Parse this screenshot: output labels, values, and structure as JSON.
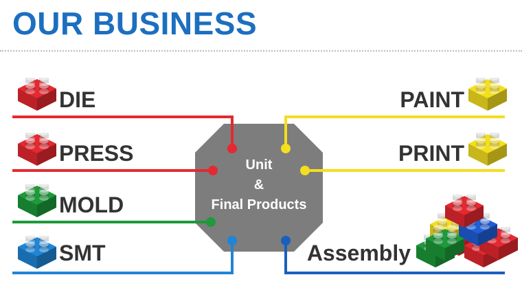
{
  "header": {
    "title": "OUR BUSINESS"
  },
  "left_items": [
    {
      "label": "DIE",
      "color": "#e42930"
    },
    {
      "label": "PRESS",
      "color": "#e42930"
    },
    {
      "label": "MOLD",
      "color": "#1d9a3a"
    },
    {
      "label": "SMT",
      "color": "#1f85d6"
    }
  ],
  "right_items": [
    {
      "label": "PAINT",
      "color": "#f4de20"
    },
    {
      "label": "PRINT",
      "color": "#f4de20"
    },
    {
      "label": "Assembly",
      "color": "#1a5fbd"
    }
  ],
  "center": {
    "line1": "Unit",
    "line2": "&",
    "line3": "Final Products",
    "color": "#7d7d7d"
  },
  "icons": [
    "red-block-icon",
    "red-block-icon",
    "green-block-icon",
    "blue-block-icon",
    "yellow-block-icon",
    "yellow-block-icon",
    "block-pyramid-icon"
  ]
}
